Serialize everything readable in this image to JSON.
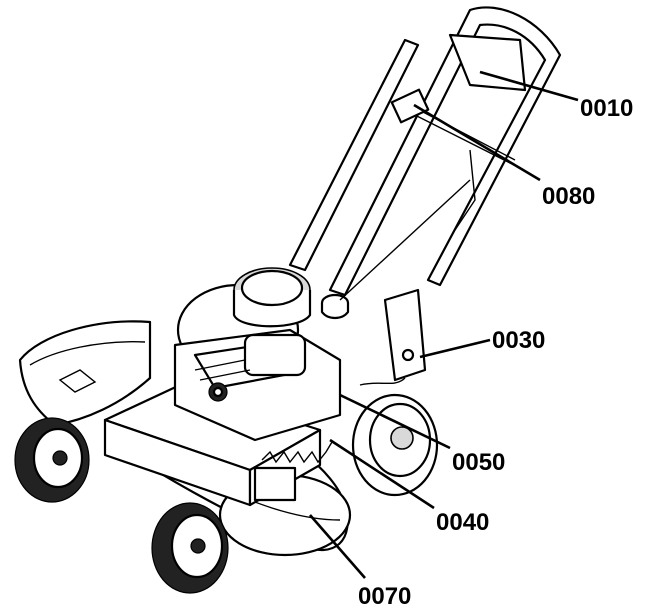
{
  "colors": {
    "ink": "#000000",
    "paper": "#ffffff",
    "shade": "#d9d9d9"
  },
  "callouts": [
    {
      "id": "handle",
      "label": "0010"
    },
    {
      "id": "control",
      "label": "0080"
    },
    {
      "id": "height-adjuster",
      "label": "0030"
    },
    {
      "id": "rear-part",
      "label": "0050"
    },
    {
      "id": "spring",
      "label": "0040"
    },
    {
      "id": "deck",
      "label": "0070"
    }
  ]
}
